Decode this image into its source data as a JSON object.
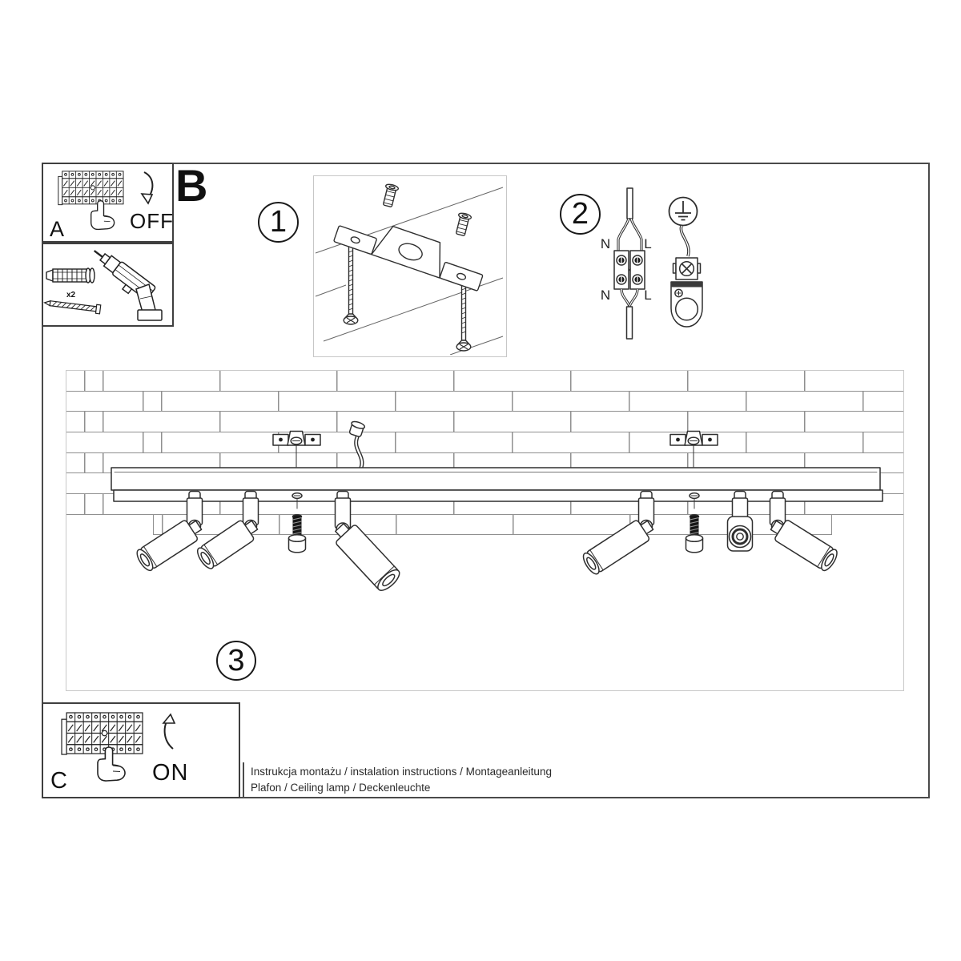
{
  "colors": {
    "paper": "#ffffff",
    "line": "#2f2f2f",
    "brick_line": "#8f8f8f",
    "frame_border": "#4a4a4a",
    "light_frame": "#c7c7c7"
  },
  "panels": {
    "a": {
      "label": "A",
      "power_label": "OFF"
    },
    "b_label": "B",
    "tools": {
      "plug_count": "x2"
    },
    "c": {
      "label": "C",
      "power_label": "ON"
    }
  },
  "steps": {
    "one": {
      "number": "1"
    },
    "two": {
      "number": "2",
      "labels": {
        "n_top": "N",
        "l_top": "L",
        "n_bottom": "N",
        "l_bottom": "L"
      }
    },
    "three": {
      "number": "3"
    }
  },
  "footer": {
    "line1": "Instrukcja montażu / instalation instructions / Montageanleitung",
    "line2": "Plafon / Ceiling lamp / Deckenleuchte"
  },
  "icons": [
    "circuit-breaker-panel-icon",
    "pressing-hand-icon",
    "curved-arrow-down-icon",
    "curved-arrow-up-icon",
    "drill-icon",
    "wall-plug-icon",
    "mounting-screw-icon",
    "wall-anchor-icon",
    "mounting-bracket-icon",
    "terminal-block-icon",
    "earth-ground-symbol-icon",
    "ground-clamp-icon",
    "power-cable-icon",
    "track-bar",
    "spotlight-head-icon",
    "fixing-screw-icon",
    "screw-cap-icon",
    "brick-wall"
  ]
}
